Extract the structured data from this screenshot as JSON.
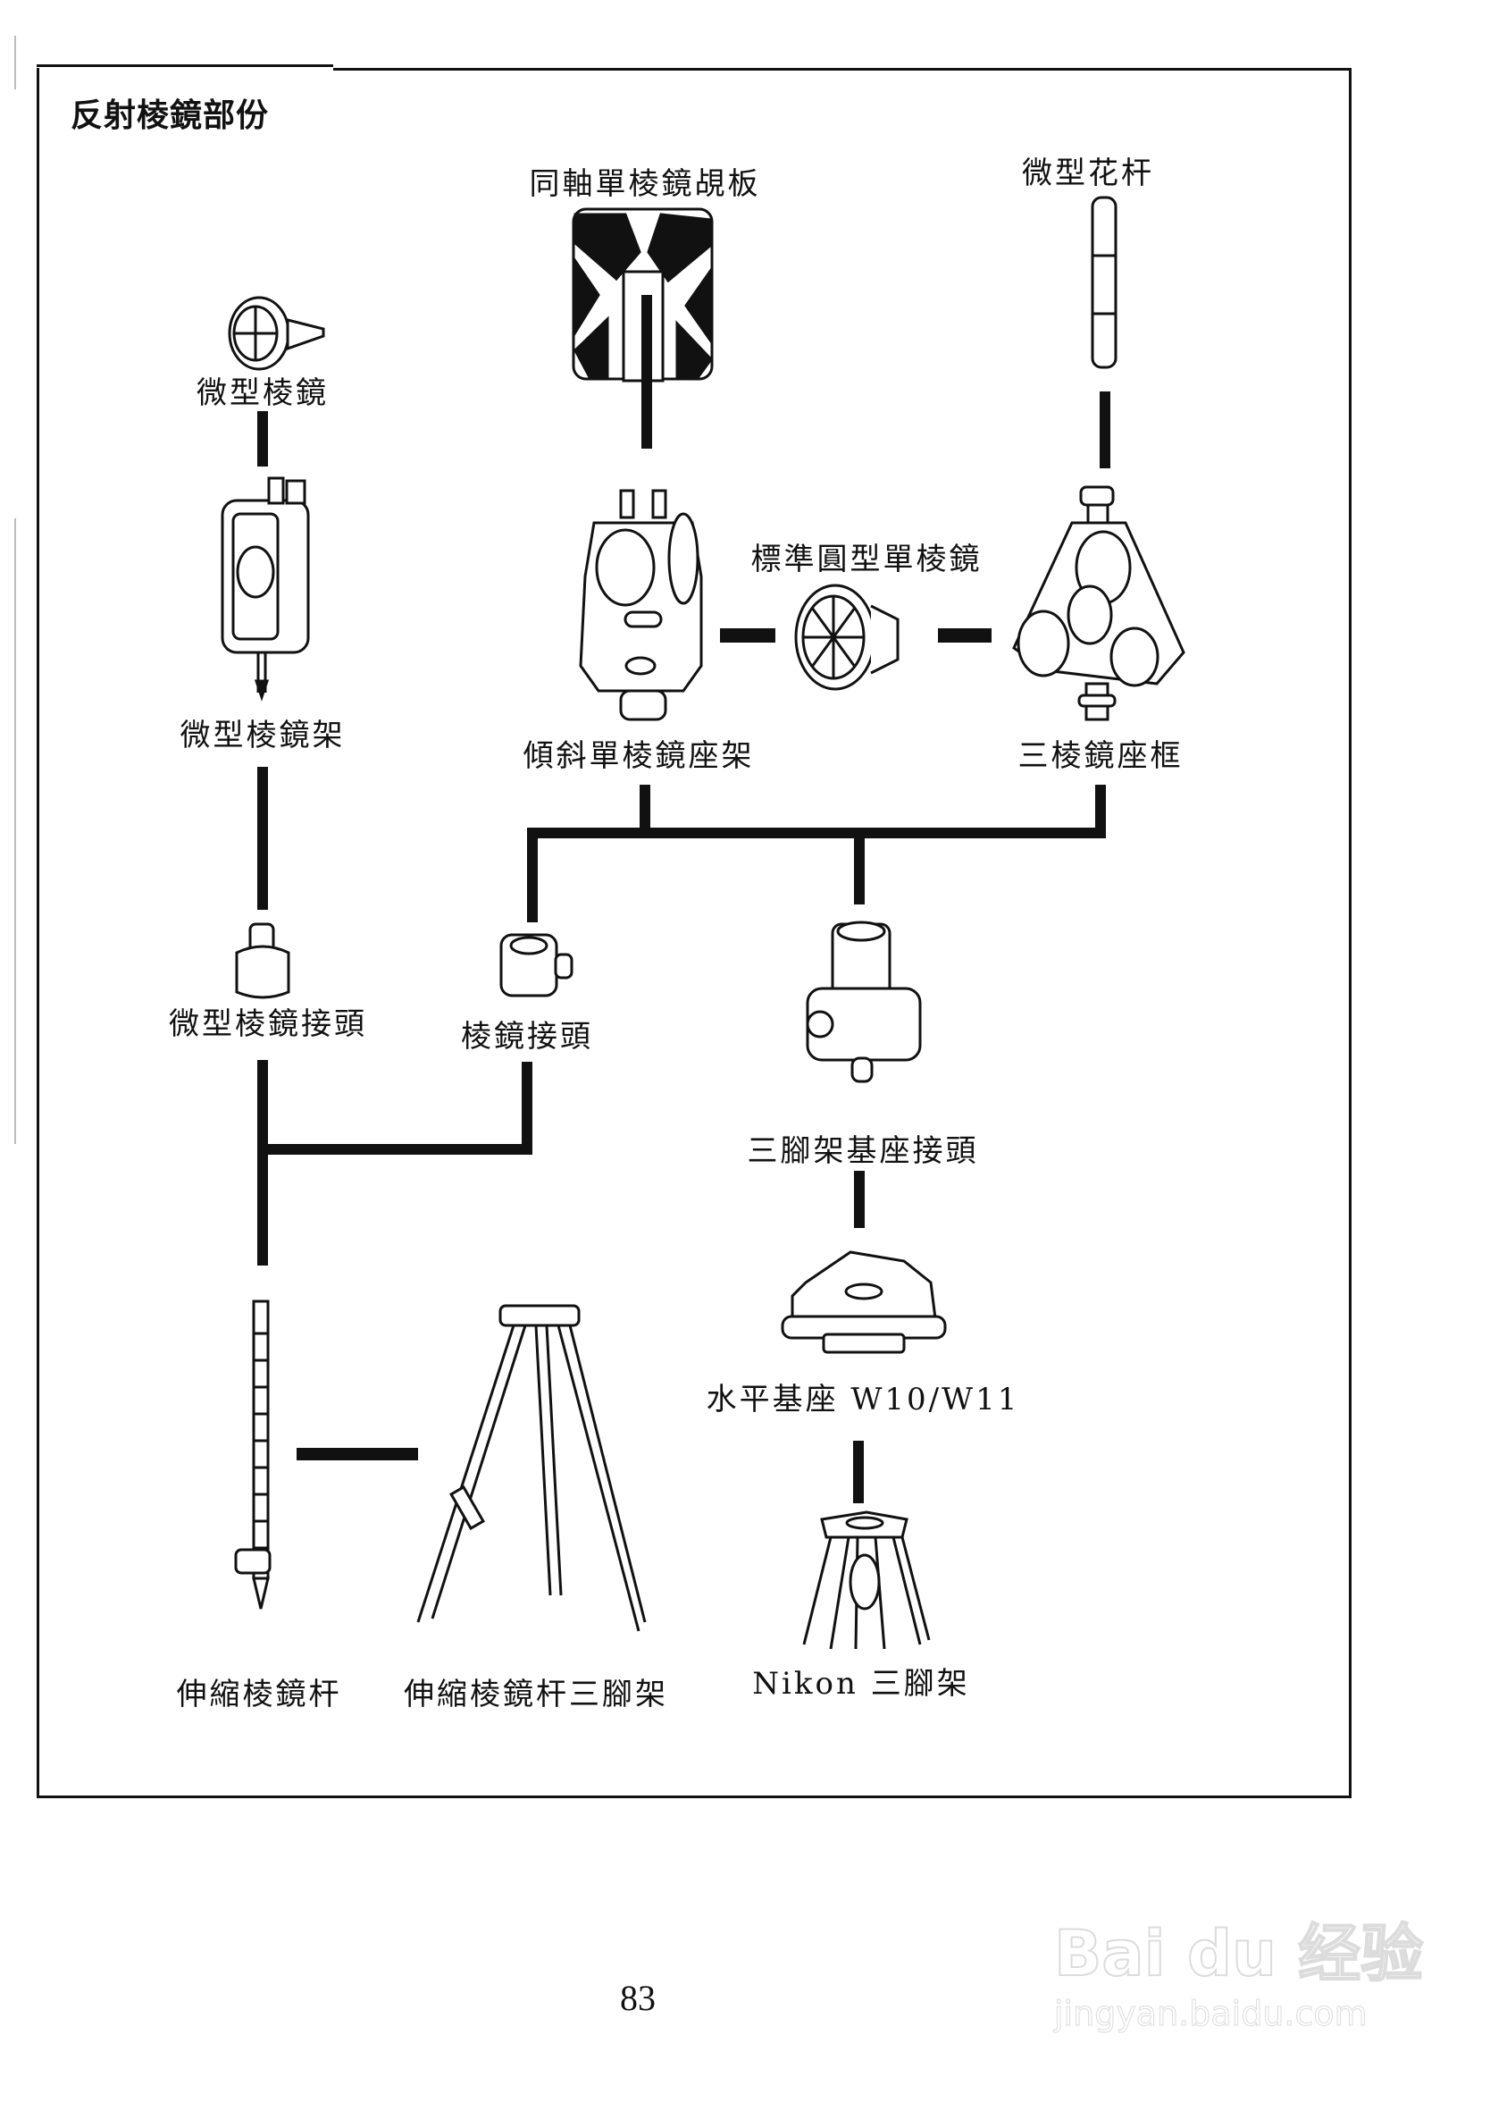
{
  "page": {
    "section_title": "反射棱鏡部份",
    "page_number": "83"
  },
  "components": {
    "coaxial_target": "同軸單棱鏡覘板",
    "mini_rod": "微型花杆",
    "mini_prism": "微型棱鏡",
    "mini_prism_holder": "微型棱鏡架",
    "tilt_single_holder": "傾斜單棱鏡座架",
    "standard_single_prism": "標準圓型單棱鏡",
    "triple_prism_holder": "三棱鏡座框",
    "mini_prism_adapter": "微型棱鏡接頭",
    "prism_adapter": "棱鏡接頭",
    "tribrach_adapter": "三腳架基座接頭",
    "tribrach": "水平基座 W10/W11",
    "telescopic_pole": "伸縮棱鏡杆",
    "pole_tripod": "伸縮棱鏡杆三腳架",
    "nikon_tripod": "Nikon 三腳架"
  },
  "watermark": {
    "brand": "Bai du 经验",
    "url": "jingyan.baidu.com"
  }
}
